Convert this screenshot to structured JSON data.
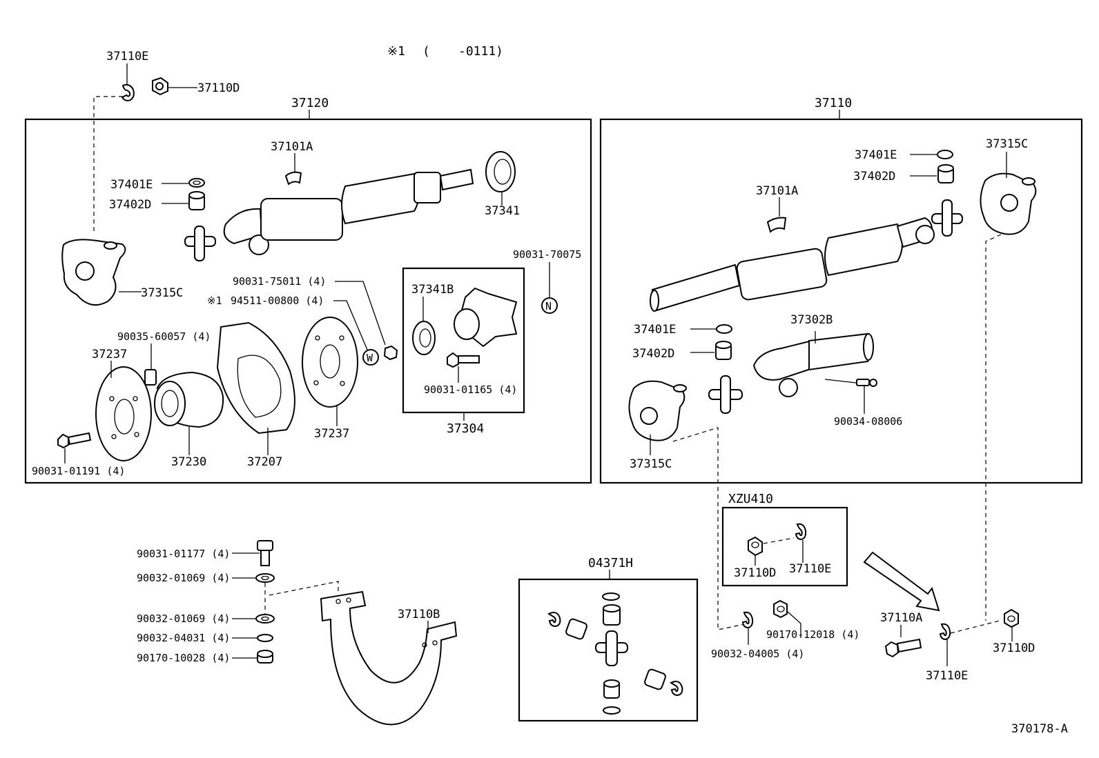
{
  "header": {
    "mark": "※1",
    "range_open": "(",
    "range_value": "-0111)"
  },
  "groups": {
    "left_assembly": "37120",
    "right_assembly": "37110",
    "center_bearing_kit": "37304",
    "variant_box": "XZU410",
    "spider_kit": "04371H"
  },
  "labels": {
    "p37110E_top": "37110E",
    "p37110D_top": "37110D",
    "p37101A_left": "37101A",
    "p37401E_left": "37401E",
    "p37402D_left": "37402D",
    "p37315C_left": "37315C",
    "p37341": "37341",
    "p90031_70075": "90031-70075",
    "p90031_75011": "90031-75011 (4)",
    "p94511_mark": "※1",
    "p94511_00800": "94511-00800 (4)",
    "p37341B": "37341B",
    "p90031_01165": "90031-01165 (4)",
    "p90035_60057": "90035-60057 (4)",
    "p37237_left": "37237",
    "p37237_mid": "37237",
    "p90031_01191": "90031-01191 (4)",
    "p37230": "37230",
    "p37207": "37207",
    "p37401E_right_top": "37401E",
    "p37402D_right_top": "37402D",
    "p37315C_right_top": "37315C",
    "p37101A_right": "37101A",
    "p37401E_right_low": "37401E",
    "p37402D_right_low": "37402D",
    "p37302B": "37302B",
    "p90034_08006": "90034-08006",
    "p37315C_right_low": "37315C",
    "p37110D_xzu": "37110D",
    "p37110E_xzu": "37110E",
    "p90031_01177": "90031-01177 (4)",
    "p90032_01069_a": "90032-01069 (4)",
    "p90032_01069_b": "90032-01069 (4)",
    "p90032_04031": "90032-04031 (4)",
    "p90170_10028": "90170-10028 (4)",
    "p37110B": "37110B",
    "p90032_04005": "90032-04005 (4)",
    "p90170_12018": "90170-12018 (4)",
    "p37110A": "37110A",
    "p37110E_bot": "37110E",
    "p37110D_bot": "37110D",
    "symbol_N": "N",
    "symbol_W": "W"
  },
  "footer": {
    "diagram_code": "370178-A"
  }
}
